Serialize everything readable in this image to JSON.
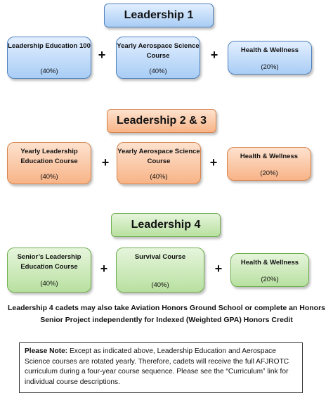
{
  "levels": [
    {
      "title": "Leadership 1",
      "courses": [
        {
          "name": "Leadership Education 100",
          "percent": "(40%)"
        },
        {
          "name": "Yearly Aerospace Science Course",
          "percent": "(40%)"
        },
        {
          "name": "Health & Wellness",
          "percent": "(20%)"
        }
      ]
    },
    {
      "title": "Leadership 2 & 3",
      "courses": [
        {
          "name": "Yearly Leadership Education Course",
          "percent": "(40%)"
        },
        {
          "name": "Yearly Aerospace Science Course",
          "percent": "(40%)"
        },
        {
          "name": "Health & Wellness",
          "percent": "(20%)"
        }
      ]
    },
    {
      "title": "Leadership 4",
      "courses": [
        {
          "name": "Senior’s Leadership Education Course",
          "percent": "(40%)"
        },
        {
          "name": "Survival Course",
          "percent": "(40%)"
        },
        {
          "name": "Health & Wellness",
          "percent": "(20%)"
        }
      ]
    }
  ],
  "plus_symbol": "+",
  "statement": "Leadership 4 cadets may also take Aviation Honors Ground School or complete an Honors Senior Project independently for Indexed (Weighted GPA) Honors Credit",
  "note": {
    "label": "Please Note:",
    "text": " Except as indicated above, Leadership Education and Aerospace Science courses are rotated yearly.  Therefore, cadets will receive the full AFJROTC curriculum during a four-year course sequence.  Please see the “Curriculum” link for individual course descriptions."
  },
  "colors": {
    "blue": "#a9cdf5",
    "orange": "#f8b487",
    "green": "#b8e0a0"
  }
}
